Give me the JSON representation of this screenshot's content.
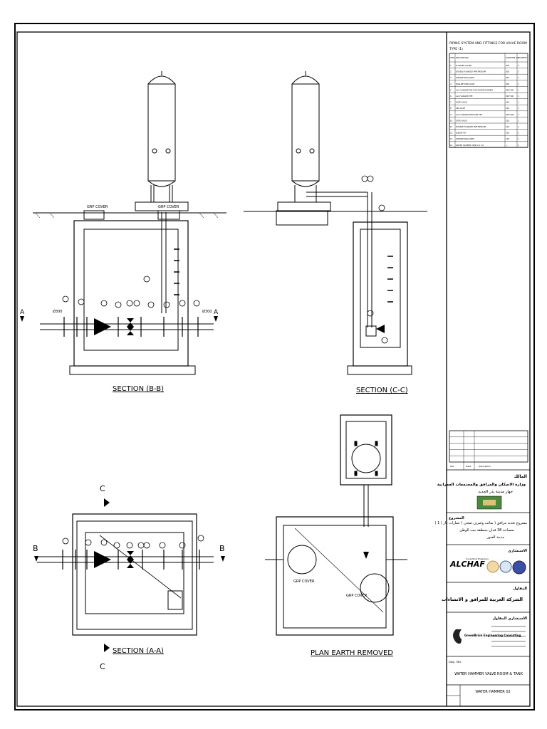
{
  "sections": {
    "bb": "SECTION (B-B)",
    "cc": "SECTION (C-C)",
    "aa": "SECTION (A-A)",
    "plan": "PLAN EARTH REMOVED"
  },
  "markers": {
    "a": "A",
    "b": "B",
    "c": "C"
  },
  "labels": {
    "grp_cover": "GRP COVER",
    "dn": "Ø300"
  },
  "fittings_table": {
    "title": "PIPING SYSTEM AND FITTINGS FOR VALVE ROOM",
    "subtitle": "TYPE (1)",
    "headers": [
      "ITEM",
      "DESCRIPTION",
      "DIAMETER mm",
      "QUANTITY"
    ],
    "rows": [
      [
        "1",
        "FLANGED COVER",
        "300",
        "2"
      ],
      [
        "2",
        "DOUBLE FLANGED PIPE MEDIUM",
        "300",
        "2"
      ],
      [
        "3",
        "DISMANTLING JOINT",
        "300",
        "1"
      ],
      [
        "4",
        "NON-RETURN VALVE",
        "300",
        "1"
      ],
      [
        "5",
        "ALL FLANGED TEE FOR WATER HAMMER",
        "300*100",
        "1"
      ],
      [
        "6",
        "ALL FLANGED TEE",
        "300*100",
        "1"
      ],
      [
        "7",
        "GATE VALVE",
        "100",
        "1"
      ],
      [
        "8",
        "AIR VALVE",
        "100",
        "1"
      ],
      [
        "9",
        "ALL FLANGED REDUCER TEE",
        "300*100",
        "1"
      ],
      [
        "10",
        "GATE VALVE",
        "100",
        "1"
      ],
      [
        "11",
        "DOUBLE FLANGED PIPE MEDIUM",
        "100",
        "1"
      ],
      [
        "12",
        "ELBOW 90°",
        "100",
        "2"
      ],
      [
        "13",
        "DISMANTLING JOINT",
        "100",
        "1"
      ],
      [
        "14",
        "WATER HAMMER TANK 2.0 m3",
        "---",
        "1"
      ]
    ]
  },
  "title_block": {
    "rev_headers": [
      "Rev.",
      "Date",
      "Description"
    ],
    "owner_label": "المالك",
    "owner_lines": [
      "وزارة الاسكان والمرافق والمجتمعات العمرانية",
      "جهاز مدينة بدر الجديد"
    ],
    "project_label": "المشروع",
    "project_lines": [
      "مشروع تغذية مرافق ( سائب وصرف صحي ) عمارات دار ( 1 )",
      "بمساحة 38 فدان بمنطقة بيت الوطن",
      "مدينة العبور"
    ],
    "consultant_label": "الاستشاري",
    "consultant_name": "ALCHAF",
    "consultant_sub": "Consulting Engineers",
    "contractor_label": "المقاول",
    "contractor_name": "الشركة العربية للمرافق و الانشاءات",
    "subconsultant_label": "الاستشاري المقاول",
    "subconsultant_name": "GreenBrain Engineering Consulting",
    "drawing_title_label": "Dwg. Title",
    "drawing_title": "WATER HAMMER VALVE ROOM & TANK",
    "drawing_no": "WATER HAMMER 02"
  }
}
